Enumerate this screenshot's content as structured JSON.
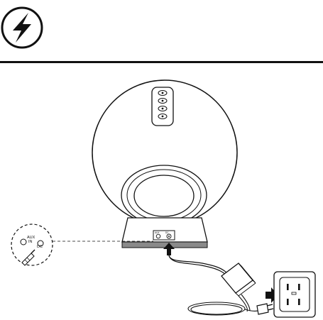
{
  "hazard_icon": "lightning-bolt-in-circle",
  "illustration": {
    "aux_label_line1": "AUX",
    "aux_label_line2": "IN",
    "dc_label": "DC",
    "panel_aux_label": "AUX",
    "panel_dc_label": "DC"
  },
  "colors": {
    "ink": "#111111",
    "speaker_fill": "#ffffff",
    "base_stripe": "#8a8a8a"
  }
}
